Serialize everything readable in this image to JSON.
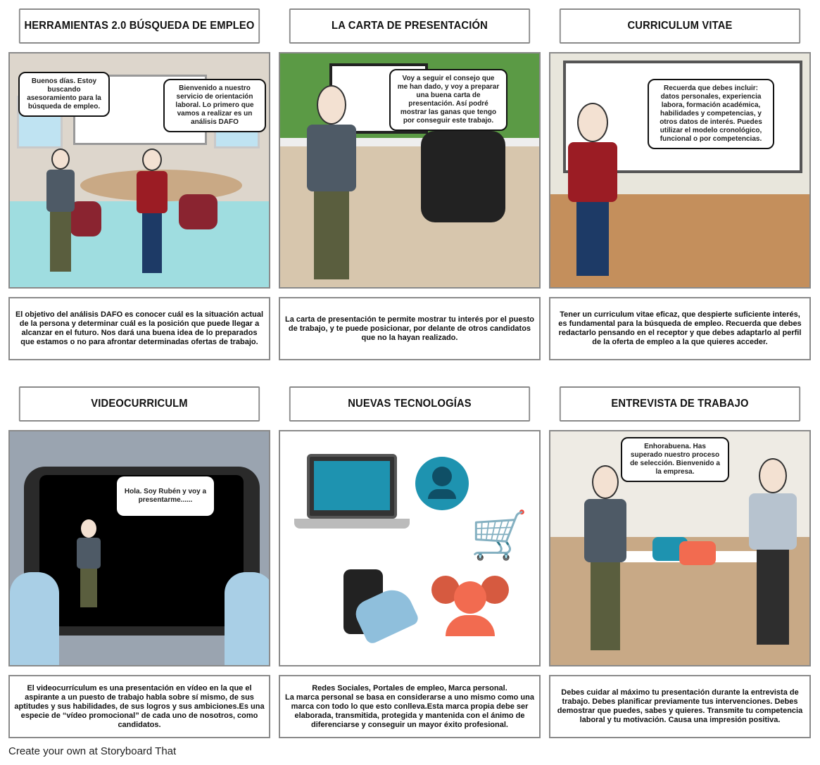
{
  "panels": [
    {
      "title": "HERRAMIENTAS 2.0 BÚSQUEDA DE EMPLEO",
      "bubbles": [
        "Buenos días. Estoy buscando asesoramiento para la búsqueda de empleo.",
        "Bienvenido a nuestro servicio de orientación laboral. Lo primero que vamos a realizar es un análisis DAFO"
      ],
      "text": "El objetivo del análisis DAFO es conocer cuál es la situación actual de la persona y determinar cuál es la posición que puede llegar a alcanzar en el futuro. Nos dará una buena idea de lo preparados que estamos o no para afrontar determinadas ofertas de trabajo."
    },
    {
      "title": "LA CARTA DE PRESENTACIÓN",
      "bubbles": [
        "Voy a seguir el consejo que me han dado, y voy a preparar una buena carta de presentación. Así podré mostrar las ganas que tengo por conseguir este trabajo."
      ],
      "text": "La carta de presentación te permite mostrar tu interés por el puesto de trabajo, y te puede posicionar, por delante de otros candidatos que no la hayan realizado."
    },
    {
      "title": "CURRICULUM VITAE",
      "bubbles": [
        "Recuerda que debes incluir: datos personales, experiencia labora, formación académica, habilidades y competencias, y otros datos de interés. Puedes utilizar el modelo cronológico, funcional o por competencias."
      ],
      "text": "Tener un curriculum vitae eficaz, que despierte suficiente interés, es fundamental para la búsqueda de empleo. Recuerda que debes redactarlo pensando en el receptor y que debes adaptarlo al perfil de la oferta de empleo a la que quieres acceder."
    },
    {
      "title": "VIDEOCURRICULM",
      "bubbles": [
        "Hola. Soy Rubén y voy a presentarme......"
      ],
      "text": "El videocurrículum es una presentación en vídeo en la que el aspirante a un puesto de trabajo habla sobre sí mismo, de sus aptitudes y sus habilidades, de sus logros y sus ambiciones.Es una especie de “vídeo promocional” de cada uno de nosotros, como candidatos."
    },
    {
      "title": "NUEVAS TECNOLOGÍAS",
      "bubbles": [],
      "text": "Redes Sociales, Portales de empleo, Marca personal.\nLa marca personal se basa en considerarse a uno mismo como una marca con todo lo que esto conlleva.Esta marca propia debe ser elaborada, transmitida, protegida y mantenida con el ánimo de diferenciarse y conseguir un mayor éxito profesional."
    },
    {
      "title": "ENTREVISTA DE TRABAJO",
      "bubbles": [
        "Enhorabuena. Has superado nuestro proceso de selección. Bienvenido a la empresa."
      ],
      "text": "Debes cuidar al máximo tu presentación durante la entrevista de trabajo. Debes planificar previamente tus intervenciones. Debes demostrar que puedes, sabes y quieres. Transmite tu competencia laboral y tu motivación. Causa una impresión positiva."
    }
  ],
  "footer": "Create your own at Storyboard That",
  "colors": {
    "border": "#8a8a8a",
    "teal": "#1e93b0",
    "coral": "#f26b50",
    "lightblue": "#8fbfdc"
  }
}
